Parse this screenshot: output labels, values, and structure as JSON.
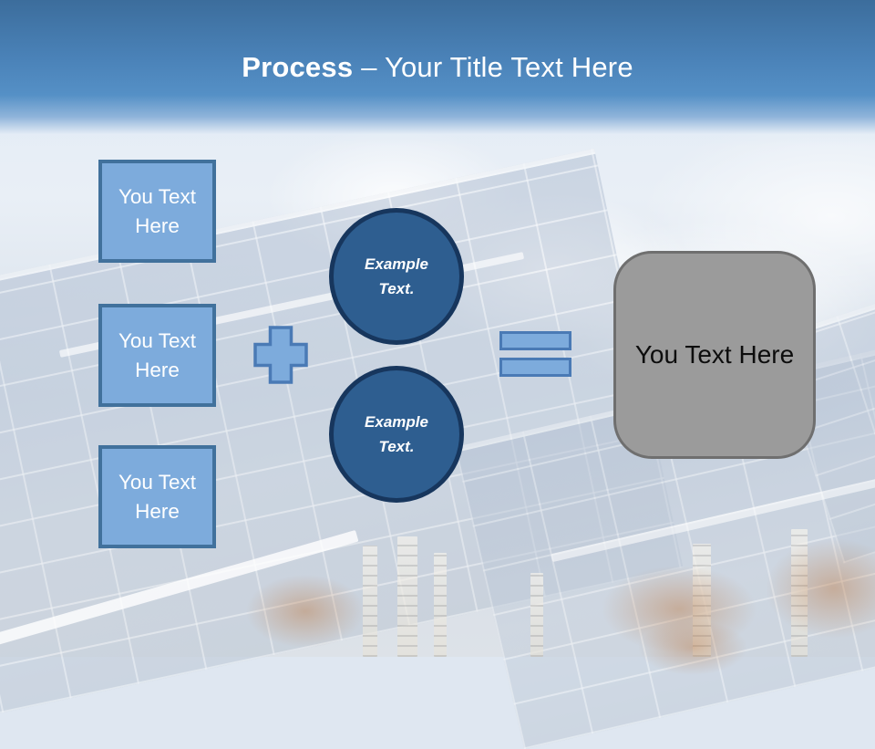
{
  "slide": {
    "header": {
      "title_bold": "Process",
      "title_rest": "– Your Title Text Here"
    },
    "diagram": {
      "input_boxes": [
        {
          "label": "You Text Here"
        },
        {
          "label": "You Text Here"
        },
        {
          "label": "You Text Here"
        }
      ],
      "operators": {
        "plus_icon": "plus",
        "equals_icon": "equals"
      },
      "example_circles": [
        {
          "label": "Example Text."
        },
        {
          "label": "Example Text."
        }
      ],
      "result_box": {
        "label": "You Text Here"
      }
    },
    "colors": {
      "header_top": "#3c6d9c",
      "header_mid": "#5590c6",
      "box_fill": "#7dabdc",
      "box_border": "#41719c",
      "operator_fill": "#7dabdc",
      "operator_border": "#4a7ab5",
      "circle_fill": "#2e5e90",
      "circle_border": "#17365d",
      "result_fill": "#9b9b9b",
      "result_border": "#6f6f6f"
    }
  }
}
